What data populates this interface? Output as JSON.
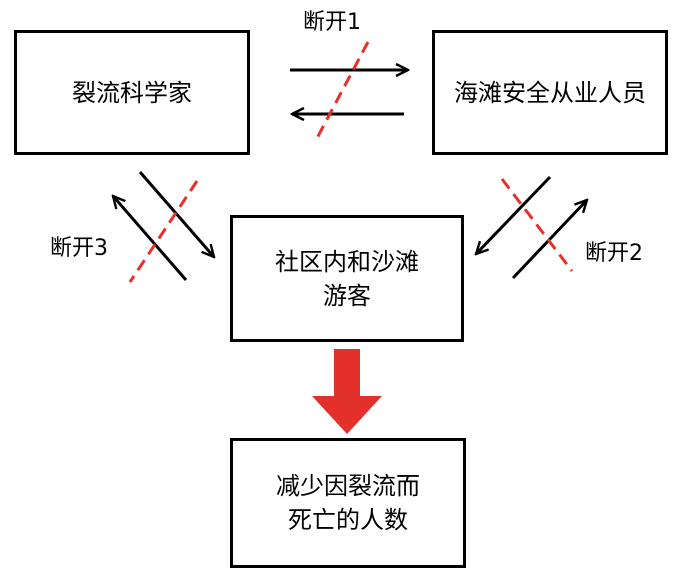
{
  "nodes": {
    "rip_current_scientists": {
      "line1": "裂流科学家",
      "line2": ""
    },
    "beach_safety_practitioners": {
      "line1": "海滩安全从业人员",
      "line2": ""
    },
    "community_beach_visitors": {
      "line1": "社区内和沙滩",
      "line2": "游客"
    },
    "outcome": {
      "line1": "减少因裂流而",
      "line2": "死亡的人数"
    }
  },
  "breaks": {
    "break1": "断开1",
    "break2": "断开2",
    "break3": "断开3"
  },
  "colors": {
    "line": "#000000",
    "break_dash": "#e8302a",
    "outcome_arrow": "#e3302a"
  }
}
